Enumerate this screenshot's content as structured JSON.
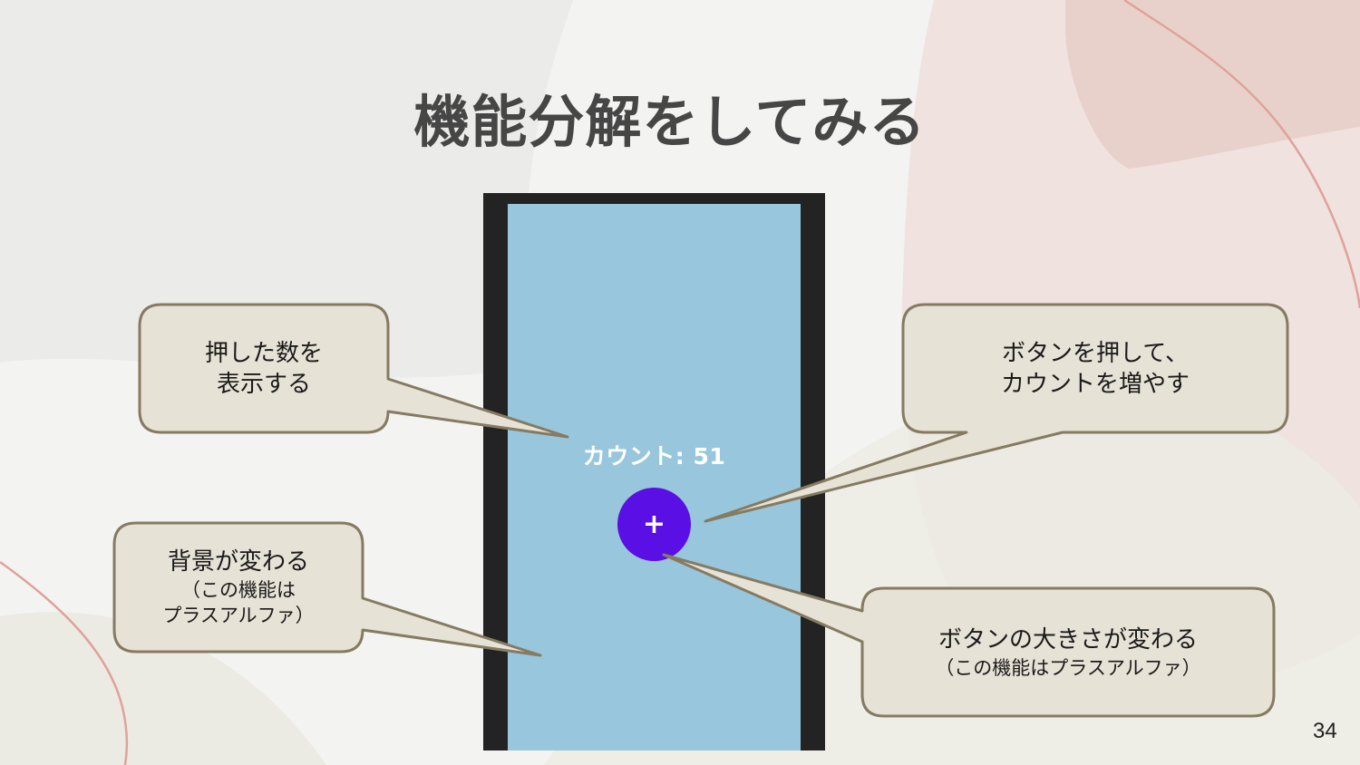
{
  "slide": {
    "title": "機能分解をしてみる",
    "page_number": "34"
  },
  "phone_mockup": {
    "count_label": "カウント: 51",
    "increment_button_label": "+",
    "icon": "plus-icon",
    "colors": {
      "frame": "#232323",
      "screen": "#98c6dc",
      "button": "#5a0fe4",
      "text": "#ffffff"
    }
  },
  "callouts": [
    {
      "id": "display-count",
      "lines": [
        "押した数を",
        "表示する"
      ],
      "sub_lines": []
    },
    {
      "id": "increment-count",
      "lines": [
        "ボタンを押して、",
        "カウントを増やす"
      ],
      "sub_lines": []
    },
    {
      "id": "background-change",
      "lines": [
        "背景が変わる"
      ],
      "sub_lines": [
        "（この機能は",
        "プラスアルファ）"
      ]
    },
    {
      "id": "button-size-change",
      "lines": [
        "ボタンの大きさが変わる"
      ],
      "sub_lines": [
        "（この機能はプラスアルファ）"
      ]
    }
  ],
  "colors": {
    "callout_fill": "#e7e2d6",
    "callout_border": "#857b62",
    "title_text": "#464646",
    "accent_pink": "#e0a49c"
  }
}
